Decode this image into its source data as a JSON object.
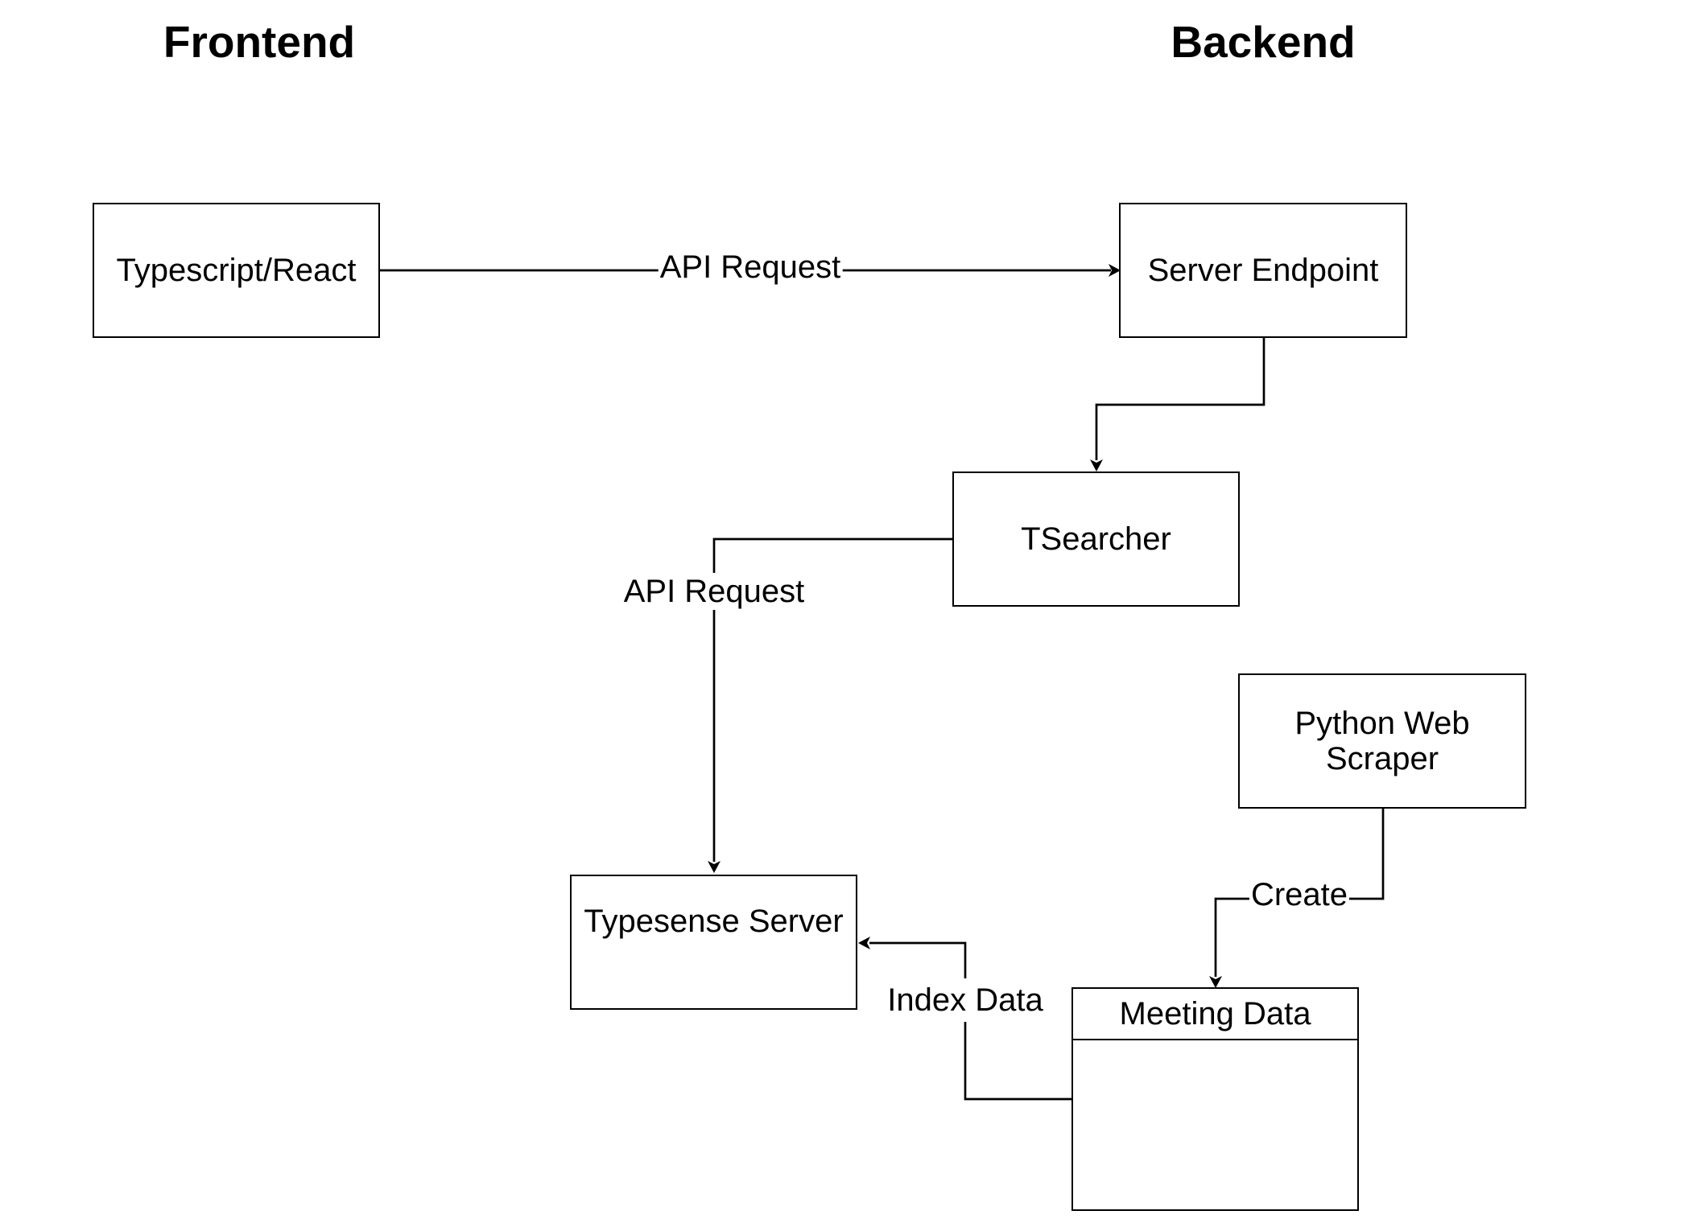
{
  "headings": {
    "frontend": "Frontend",
    "backend": "Backend"
  },
  "nodes": {
    "typescript_react": "Typescript/React",
    "server_endpoint": "Server Endpoint",
    "tsearcher": "TSearcher",
    "python_web_scraper": "Python Web\nScraper",
    "typesense_server": "Typesense Server",
    "meeting_data": "Meeting Data"
  },
  "edges": {
    "frontend_to_endpoint": "API Request",
    "tsearcher_to_typesense": "API Request",
    "scraper_to_meeting_data": "Create",
    "meeting_data_to_typesense": "Index Data"
  }
}
